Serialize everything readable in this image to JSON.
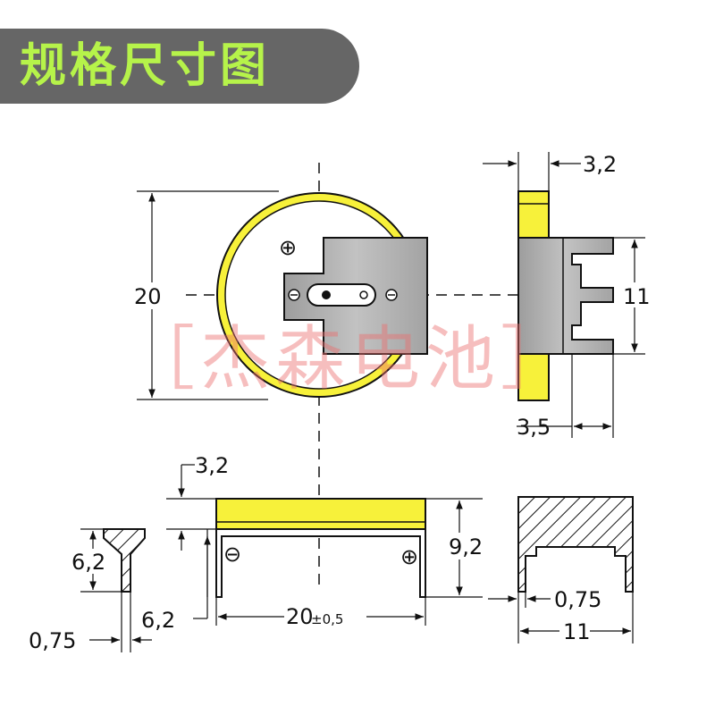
{
  "title": "规格尺寸图",
  "watermark": "［杰森电池］",
  "colors": {
    "banner_bg": "#666666",
    "banner_text": "#b6f34a",
    "battery_yellow": "#f7f13a",
    "tab_gray": "#a9a9a9",
    "watermark": "#ec6e6e"
  },
  "top_view": {
    "height_label": "20",
    "plus_symbol": "⊕",
    "minus_symbol": "⊖"
  },
  "side_view": {
    "thickness_label": "3,2",
    "tab_width_label": "11",
    "pin_offset_label": "3,5"
  },
  "front_view": {
    "thickness_label": "3,2",
    "height_label": "9,2",
    "width_label": "20",
    "tolerance_label": "±0,5",
    "pin_length_label": "6,2",
    "minus_symbol": "⊖",
    "plus_symbol": "⊕"
  },
  "pin_detail": {
    "length_label": "6,2",
    "thickness_label": "0,75"
  },
  "section_view": {
    "pin_thickness_label": "0,75",
    "width_label": "11"
  }
}
